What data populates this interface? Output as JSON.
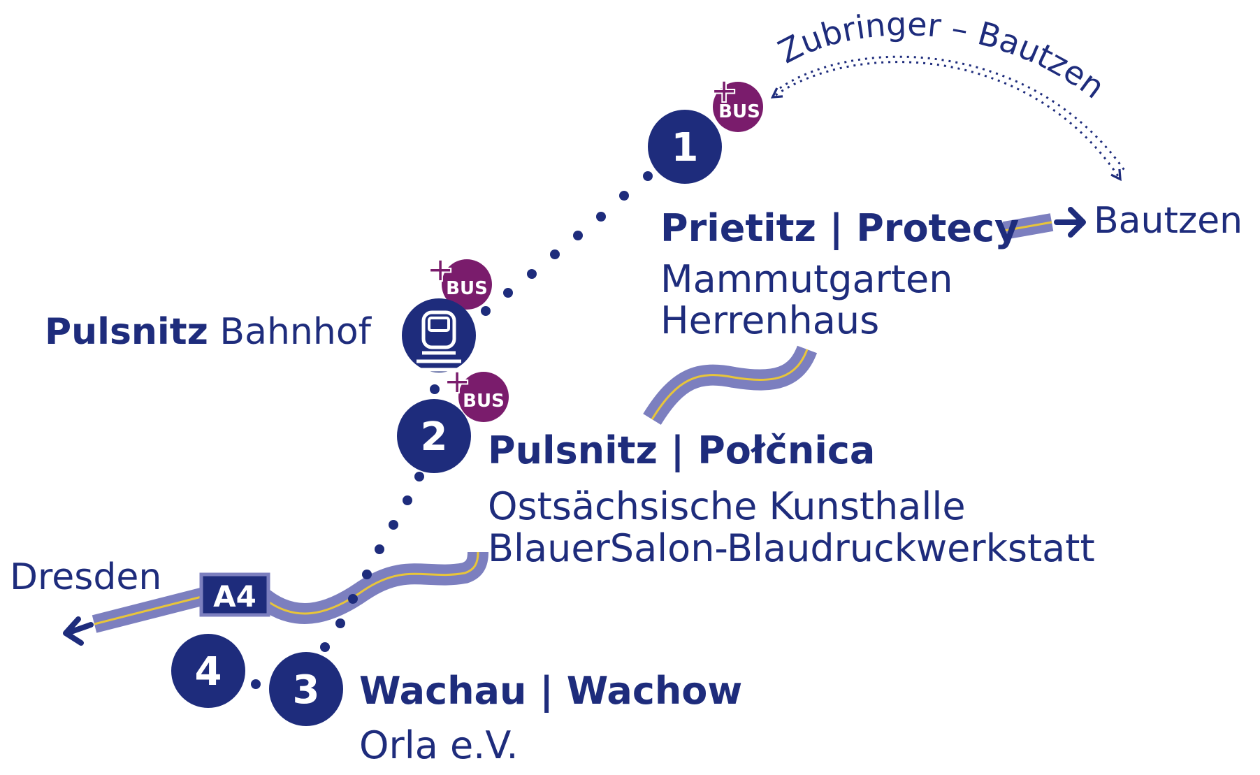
{
  "colors": {
    "navy": "#1e2c7c",
    "purple": "#7a1c6c",
    "road": "#7c7fbf",
    "road_center": "#e8c53a",
    "white": "#ffffff"
  },
  "directions": {
    "bautzen": "Bautzen",
    "dresden": "Dresden",
    "shuttle_label": "Zubringer – Bautzen"
  },
  "highway": {
    "label": "A4"
  },
  "bus_badge": {
    "plus": "+",
    "text": "BUS"
  },
  "stops": [
    {
      "number": "1",
      "name": "Prietitz | Protecy",
      "venues": [
        "Mammutgarten",
        "Herrenhaus"
      ],
      "bus": true
    },
    {
      "number": "2",
      "name": "Pulsnitz | Połčnica",
      "venues": [
        "Ostsächsische Kunsthalle",
        "BlauerSalon-Blaudruckwerkstatt"
      ],
      "bus": true
    },
    {
      "number": "3",
      "name": "Wachau | Wachow",
      "venues": [
        "Orla e.V."
      ],
      "bus": false
    },
    {
      "number": "4",
      "name": "",
      "venues": [],
      "bus": false
    }
  ],
  "station": {
    "name_bold": "Pulsnitz",
    "name_rest": "Bahnhof",
    "icon": "train-icon",
    "bus": true
  }
}
